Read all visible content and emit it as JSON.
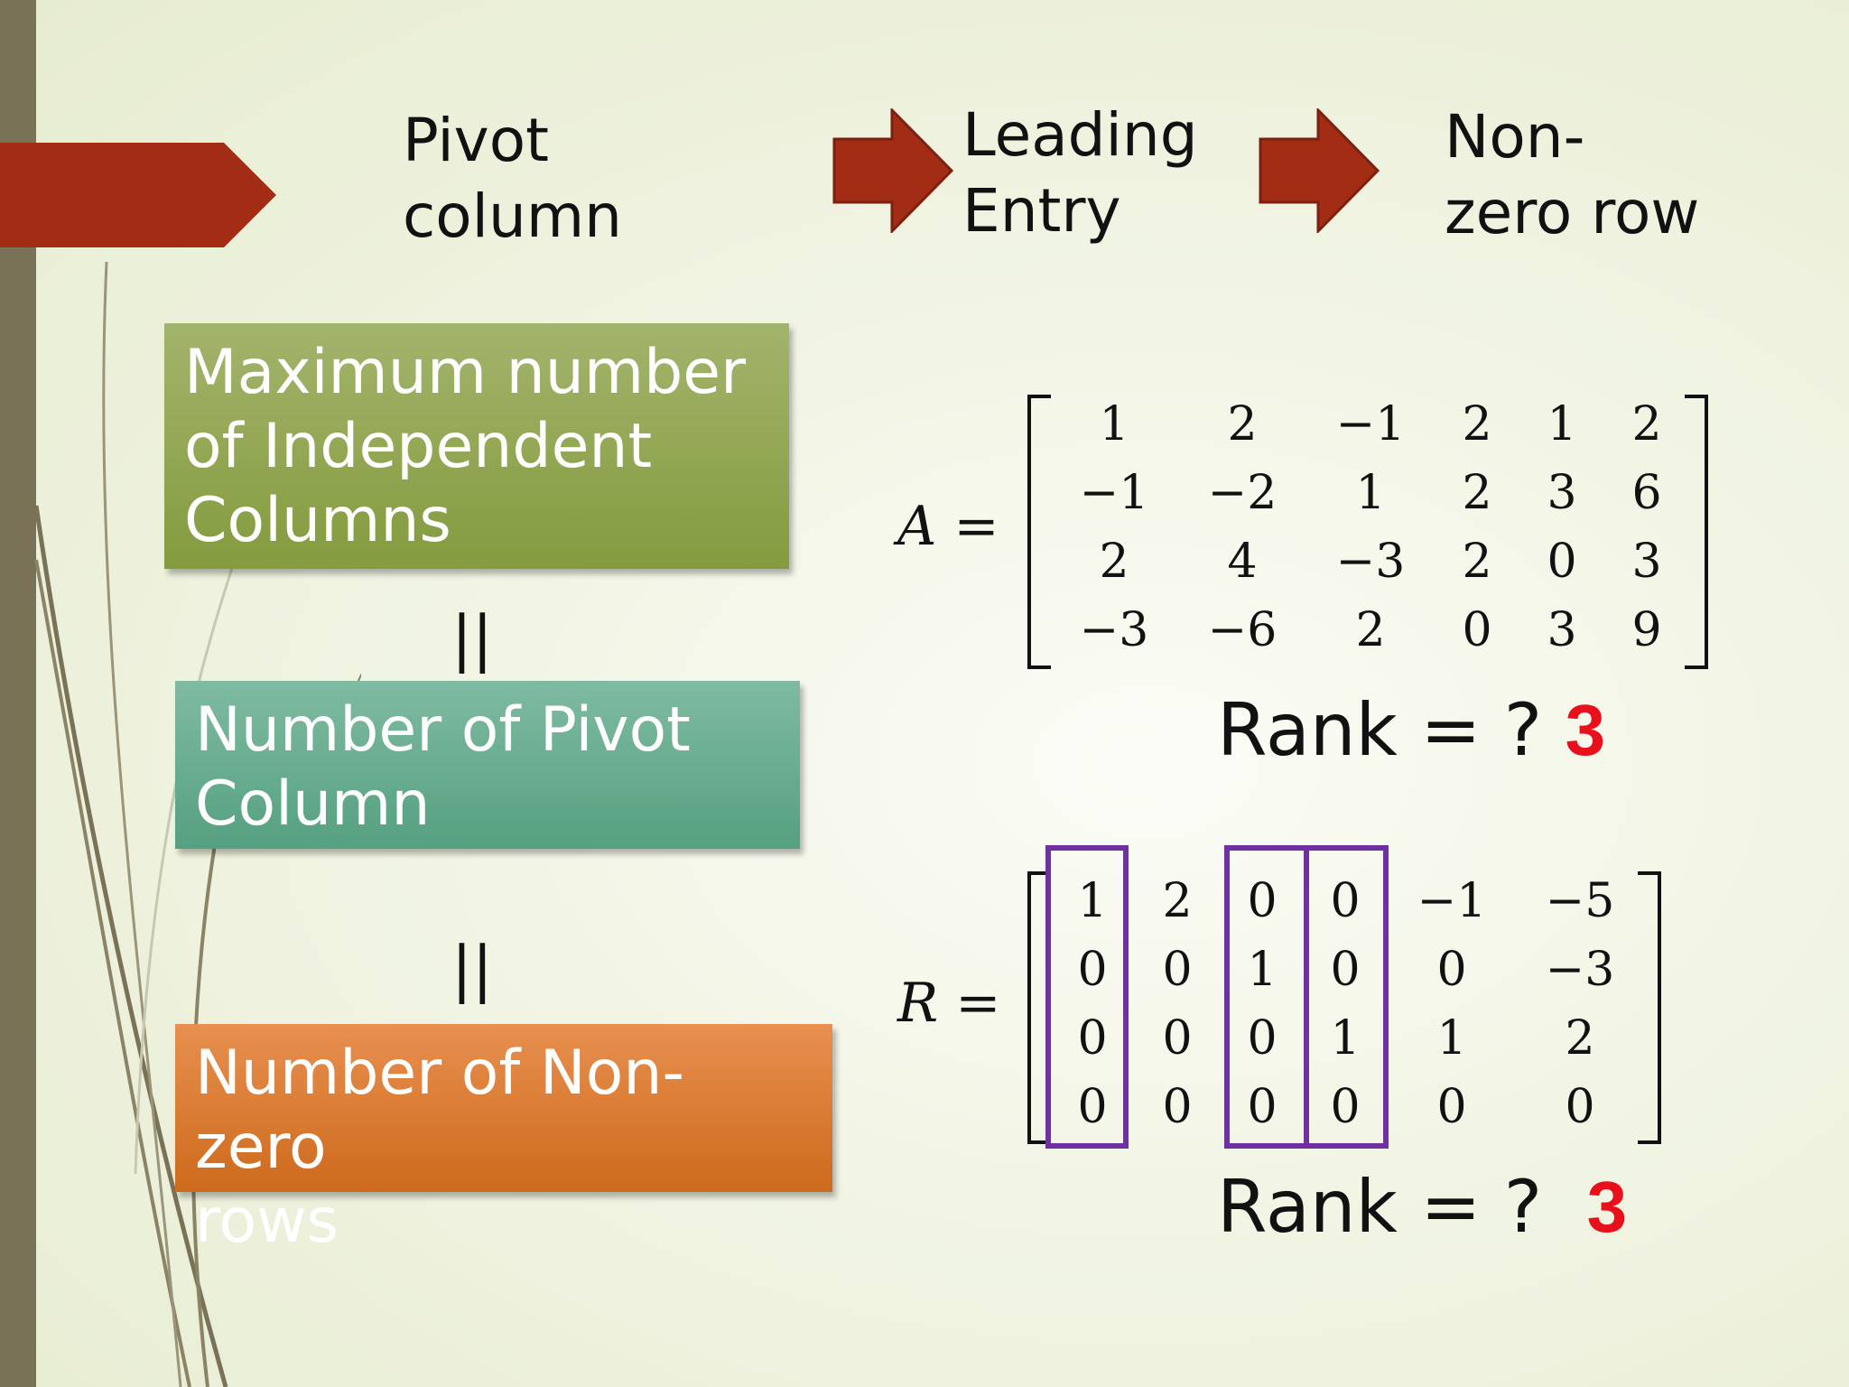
{
  "headers": {
    "pivot": "Pivot\ncolumn",
    "leading": "Leading\nEntry",
    "nonzero": "Non-\nzero row"
  },
  "boxes": {
    "independent": "Maximum number\nof Independent\nColumns",
    "pivot_count": "Number of Pivot\nColumn",
    "nonzero_rows": "Number of Non-zero\nrows"
  },
  "equals_symbol": "||",
  "matrix_A": {
    "label": "A",
    "rows": [
      [
        "1",
        "2",
        "−1",
        "2",
        "1",
        "2"
      ],
      [
        "−1",
        "−2",
        "1",
        "2",
        "3",
        "6"
      ],
      [
        "2",
        "4",
        "−3",
        "2",
        "0",
        "3"
      ],
      [
        "−3",
        "−6",
        "2",
        "0",
        "3",
        "9"
      ]
    ]
  },
  "matrix_R": {
    "label": "R",
    "rows": [
      [
        "1",
        "2",
        "0",
        "0",
        "−1",
        "−5"
      ],
      [
        "0",
        "0",
        "1",
        "0",
        "0",
        "−3"
      ],
      [
        "0",
        "0",
        "0",
        "1",
        "1",
        "2"
      ],
      [
        "0",
        "0",
        "0",
        "0",
        "0",
        "0"
      ]
    ],
    "pivot_columns": [
      1,
      3,
      4
    ]
  },
  "rank_A": {
    "label": "Rank = ?",
    "answer": "3"
  },
  "rank_R": {
    "label": "Rank = ?",
    "answer": "3"
  },
  "colors": {
    "left_bar": "#7a7257",
    "red_tab": "#a32c14",
    "arrow": "#a32c14",
    "highlight": "#7030a0",
    "answer": "#e8101a"
  }
}
